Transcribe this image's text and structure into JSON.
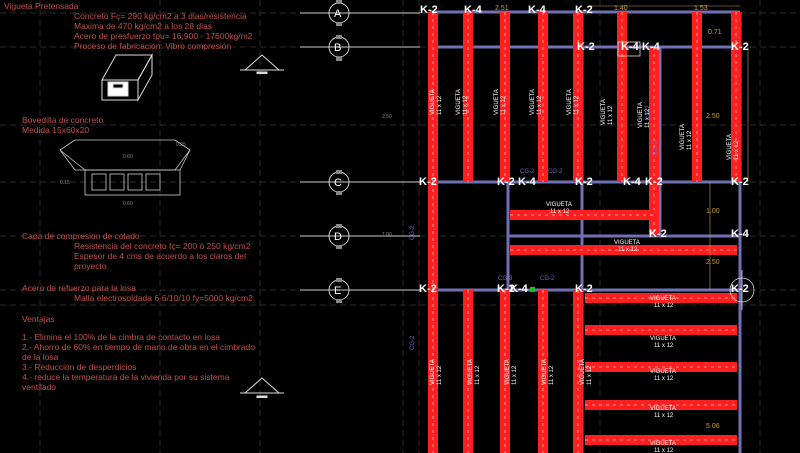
{
  "notes": {
    "vigueta_title": "Vigueta Pretensada",
    "vigueta_lines": [
      "Concreto Fç= 290 kg/cm2 a 3 dias/resistencia",
      "Maxima de 470 kg/cm2 a los 28 dias",
      "Acero de presfuerzo fpu= 16,900 - 17600kg/m2",
      "Proceso de fabricación: Vibro compresión"
    ],
    "bovedilla_title": "Bovedilla de concreto",
    "bovedilla_size": "Medida 15x60x20",
    "bovedilla_dims": [
      "0.25",
      "0.60",
      "0.15",
      "0.60"
    ],
    "capa_title": "Capa de compresion de colado",
    "capa_lines": [
      "Resistencia del concreto fç= 200 ó 250 kg/cm2",
      "Espesor de 4 cms de acuerdo a los claros del",
      "proyecto"
    ],
    "acero_title": "Acero de refuerzo para la losa",
    "acero_line": "Malla electrosoldada 6-6/10/10 fy=5000 kg/cm2",
    "ventajas_title": "Ventajas",
    "ventajas_lines": [
      "1.- Elimina el 100%  de la cimbra de contacto en losa",
      "2.- Ahorro de 60%  en tiempo de mano de obra en el cimbrado",
      "de la losa",
      "3.- Reduccion de desperdicios",
      "4.- reduce la temperatura de la vivienda por su sistema",
      "ventilado"
    ]
  },
  "axes": [
    "A",
    "B",
    "C",
    "D",
    "E"
  ],
  "beams": {
    "row_a": [
      "K-2",
      "K-4",
      "K-4",
      "K-2"
    ],
    "row_b": [
      "K-2",
      "K-4",
      "K-4",
      "K-2"
    ],
    "row_c": [
      "K-2",
      "K-2",
      "K-4",
      "K-2",
      "K-4",
      "K-2",
      "K-2"
    ],
    "row_d": [
      "K-2",
      "K-4"
    ],
    "row_e": [
      "K-2",
      "K-2",
      "K-4",
      "K-2",
      "K-2"
    ]
  },
  "joist": {
    "label": "VIGUETA",
    "size": "11 x 12"
  },
  "dimensions": [
    "2.51",
    "1.40",
    "1.53",
    "0.71",
    "2.50",
    "2.50",
    "1.00",
    "1.00",
    "2.50",
    "5.06"
  ],
  "small_labels": [
    "CG-2",
    "CG-2",
    "CG-3",
    "CG-2",
    "CG-2",
    "CG-2",
    "CG-2",
    "CG-2"
  ],
  "colors": {
    "beam": "#ff1f1f",
    "wall": "#7070b4",
    "notes": "#c0504d",
    "dim": "#c89b3c",
    "label": "#ffffff"
  },
  "icons": [
    "axis-bubble",
    "section-cut-marker",
    "vigueta-section-icon",
    "bovedilla-section-icon"
  ]
}
